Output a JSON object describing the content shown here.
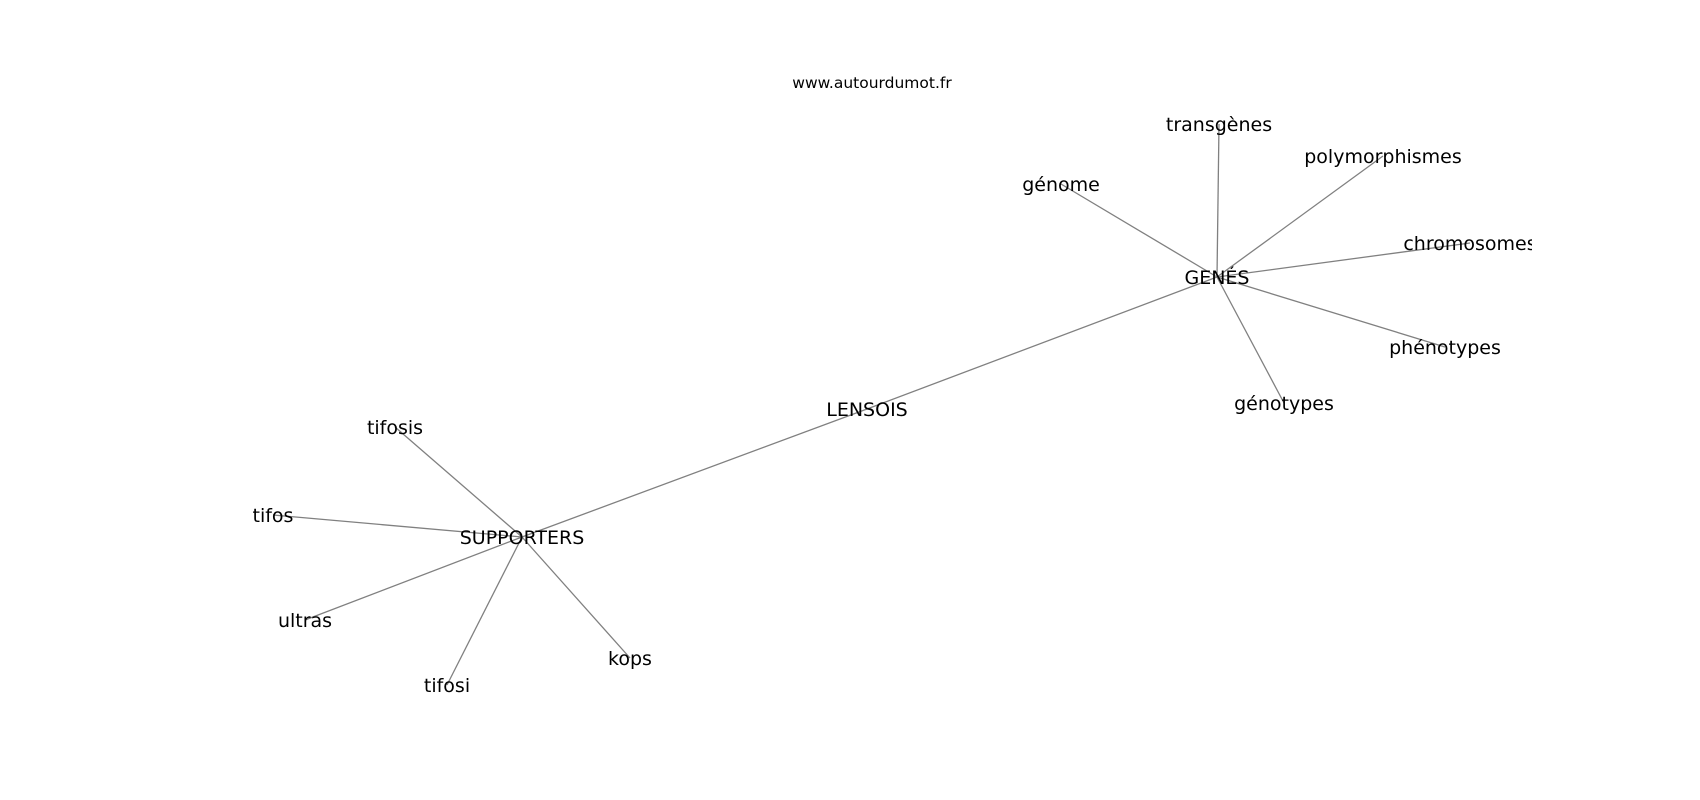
{
  "watermark": "www.autourdumot.fr",
  "colors": {
    "edge": "#808080",
    "text": "#000000",
    "background": "#ffffff"
  },
  "nodes": {
    "center": "LENSOIS",
    "genes": "GENÉS",
    "supporters": "SUPPORTERS",
    "transgenes": "transgènes",
    "polymorphismes": "polymorphismes",
    "genome": "génome",
    "chromosomes": "chromosomes",
    "phenotypes": "phénotypes",
    "genotypes": "génotypes",
    "tifosis": "tifosis",
    "tifos": "tifos",
    "ultras": "ultras",
    "tifosi": "tifosi",
    "kops": "kops"
  }
}
